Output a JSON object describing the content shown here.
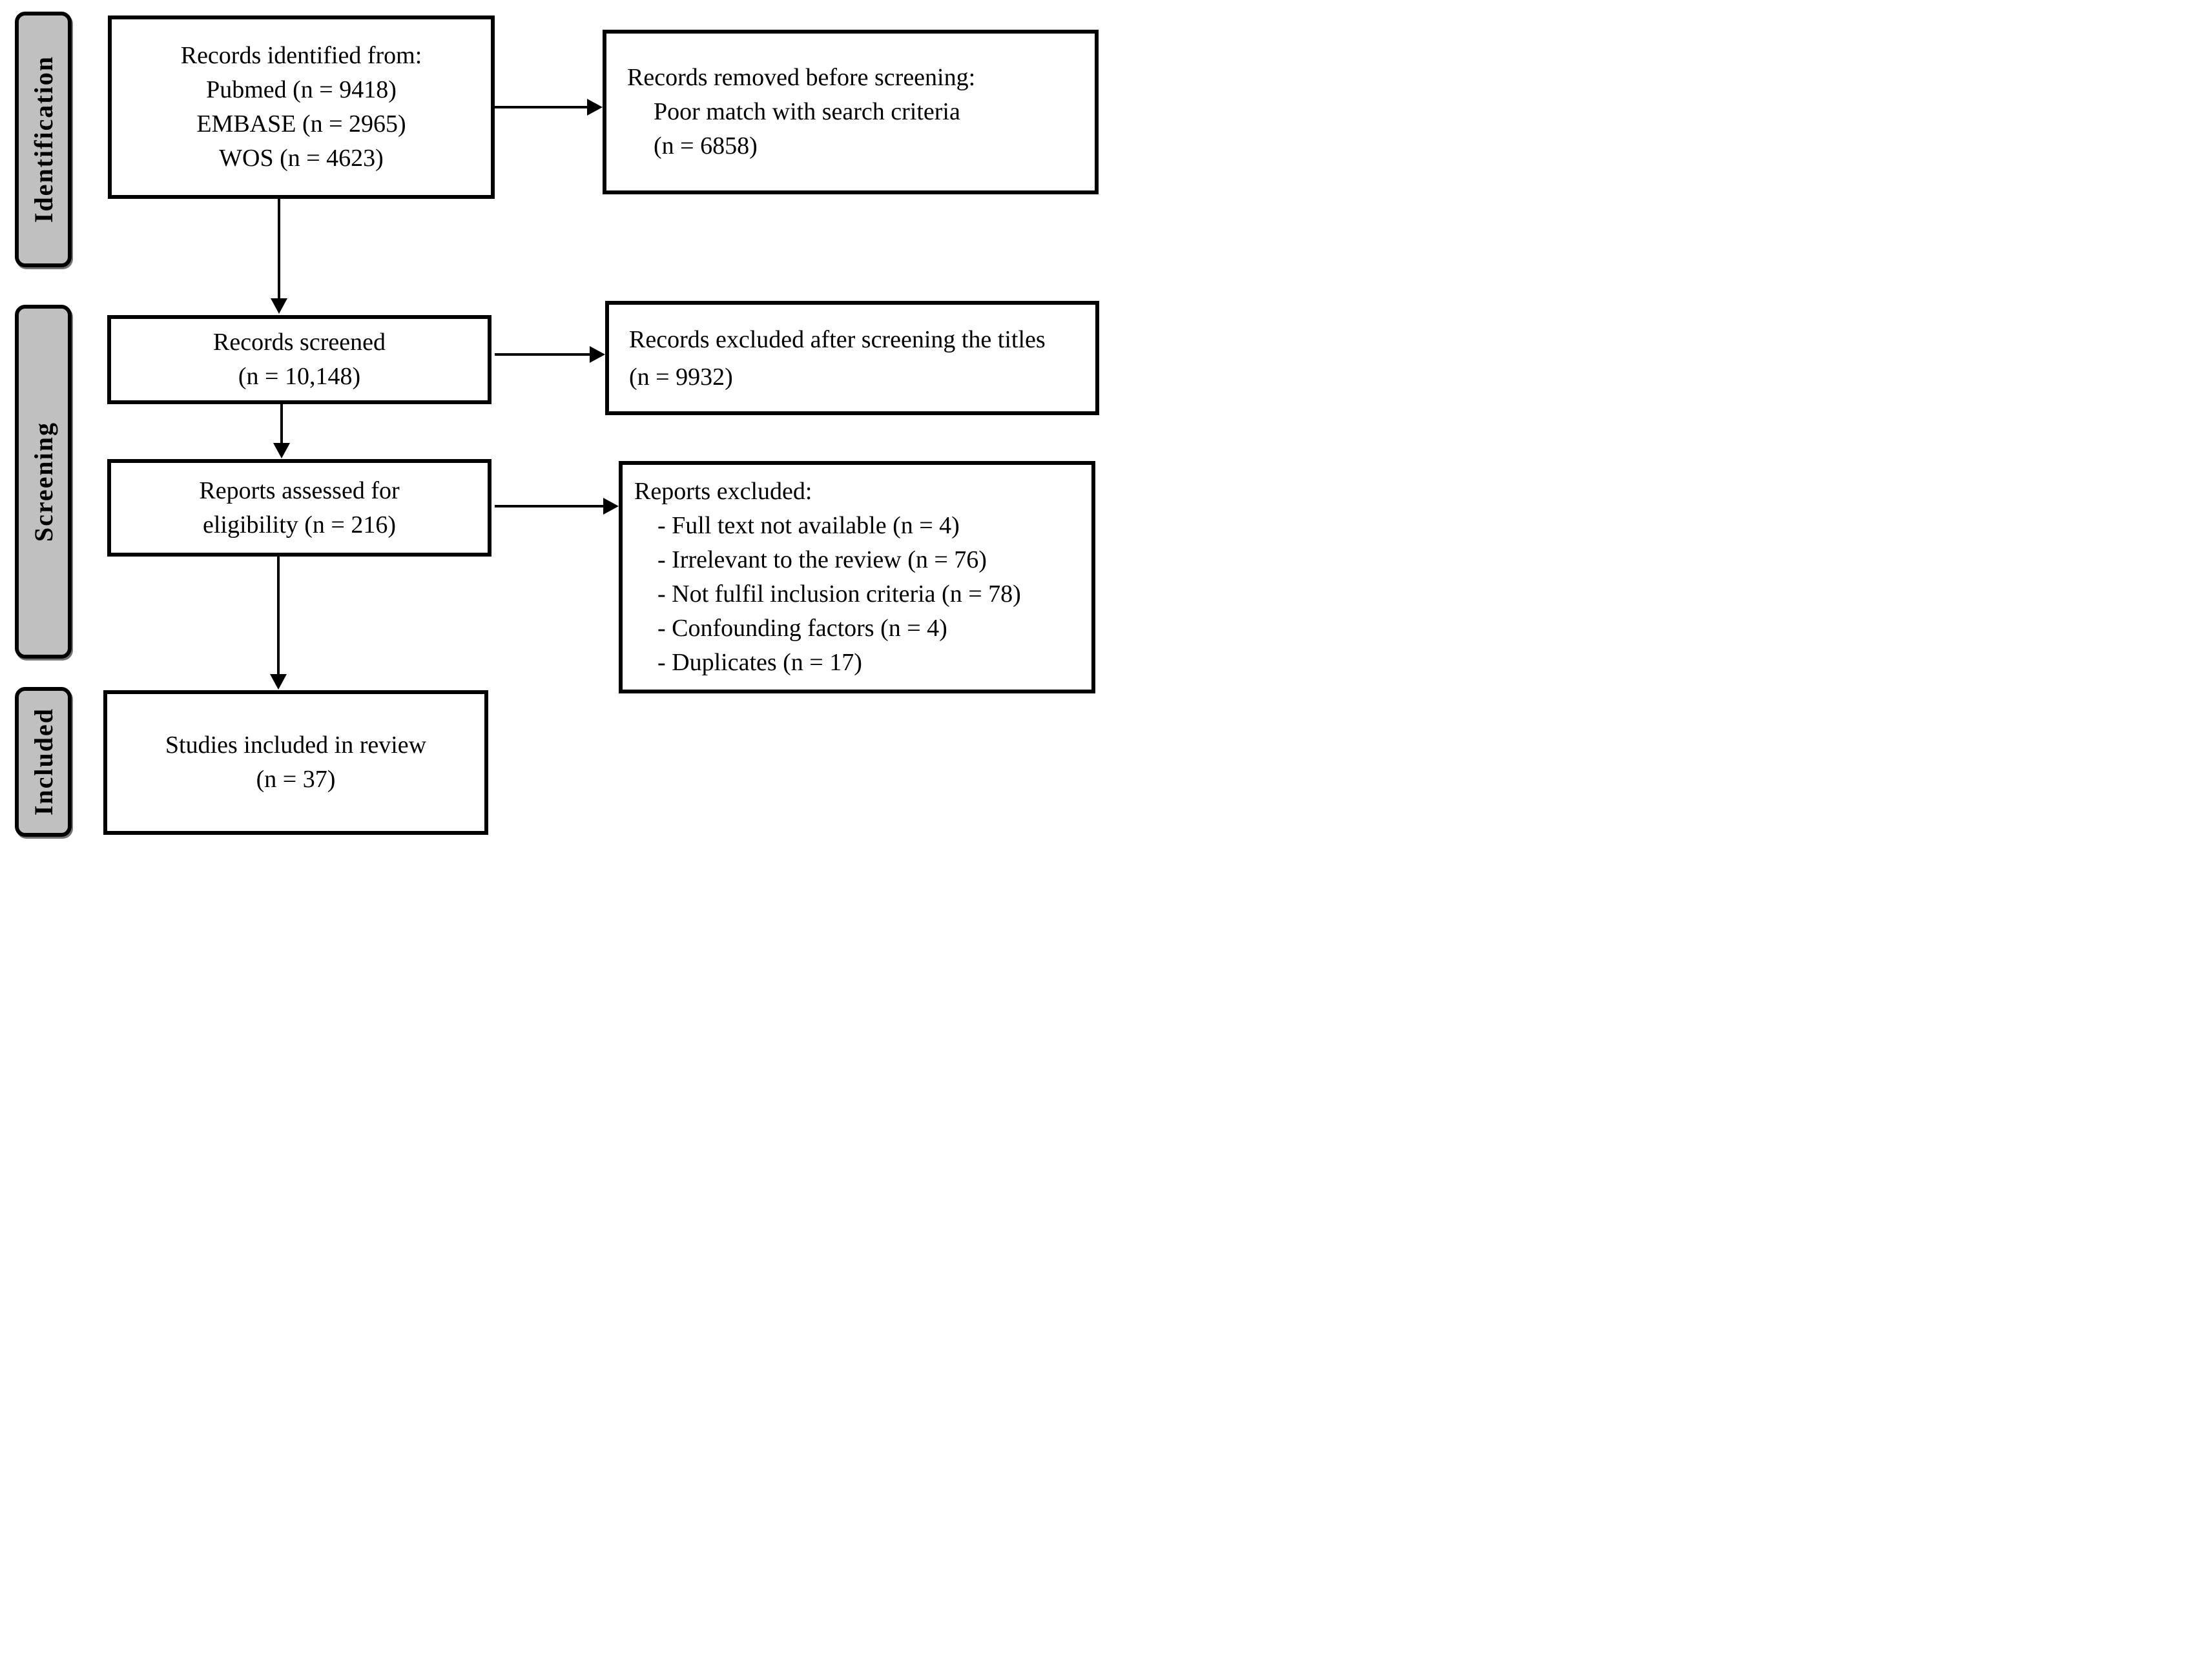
{
  "stages": {
    "identification": "Identification",
    "screening": "Screening",
    "included": "Included"
  },
  "boxes": {
    "identified": {
      "line1": "Records identified from:",
      "line2": "Pubmed (n = 9418)",
      "line3": "EMBASE (n = 2965)",
      "line4": "WOS (n = 4623)"
    },
    "removed": {
      "line1": "Records removed before screening:",
      "line2": "Poor match with search criteria",
      "line3": "(n = 6858)"
    },
    "screened": {
      "line1": "Records screened",
      "line2": "(n = 10,148)"
    },
    "excluded_after_titles": {
      "text": "Records excluded after screening the titles (n = 9932)"
    },
    "assessed": {
      "line1": "Reports assessed for",
      "line2": "eligibility (n = 216)"
    },
    "reports_excluded": {
      "title": "Reports excluded:",
      "item1": "- Full text not available (n = 4)",
      "item2": "- Irrelevant to the review (n = 76)",
      "item3": "- Not fulfil inclusion criteria (n = 78)",
      "item4": "- Confounding factors (n = 4)",
      "item5": "- Duplicates (n = 17)"
    },
    "included_studies": {
      "line1": "Studies included in review",
      "line2": "(n = 37)"
    }
  },
  "colors": {
    "stage_fill": "#c0c0c0",
    "line": "#000000",
    "box_fill": "#ffffff",
    "background": "#ffffff"
  }
}
